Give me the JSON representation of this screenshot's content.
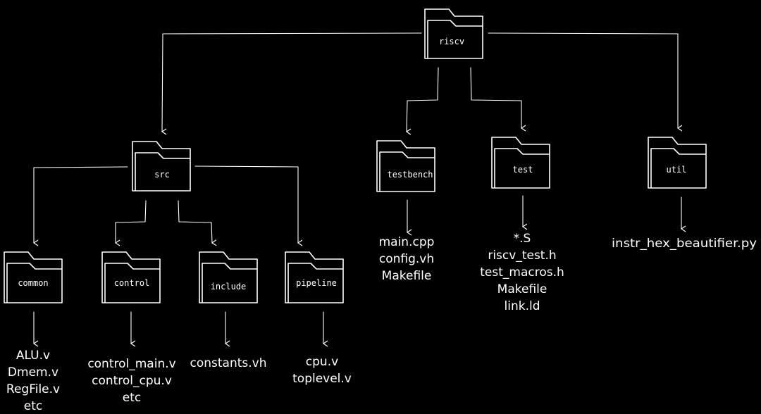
{
  "colors": {
    "background": "#000000",
    "stroke": "#ffffff"
  },
  "folders": {
    "riscv": "riscv",
    "src": "src",
    "testbench": "testbench",
    "test": "test",
    "util": "util",
    "common": "common",
    "control": "control",
    "include": "include",
    "pipeline": "pipeline"
  },
  "files": {
    "common": [
      "ALU.v",
      "Dmem.v",
      "RegFile.v",
      "etc"
    ],
    "control": [
      "control_main.v",
      "control_cpu.v",
      "etc"
    ],
    "include": [
      "constants.vh"
    ],
    "pipeline": [
      "cpu.v",
      "toplevel.v"
    ],
    "testbench": [
      "main.cpp",
      "config.vh",
      "Makefile"
    ],
    "test": [
      "*.S",
      "riscv_test.h",
      "test_macros.h",
      "Makefile",
      "link.ld"
    ],
    "util": [
      "instr_hex_beautifier.py"
    ]
  }
}
